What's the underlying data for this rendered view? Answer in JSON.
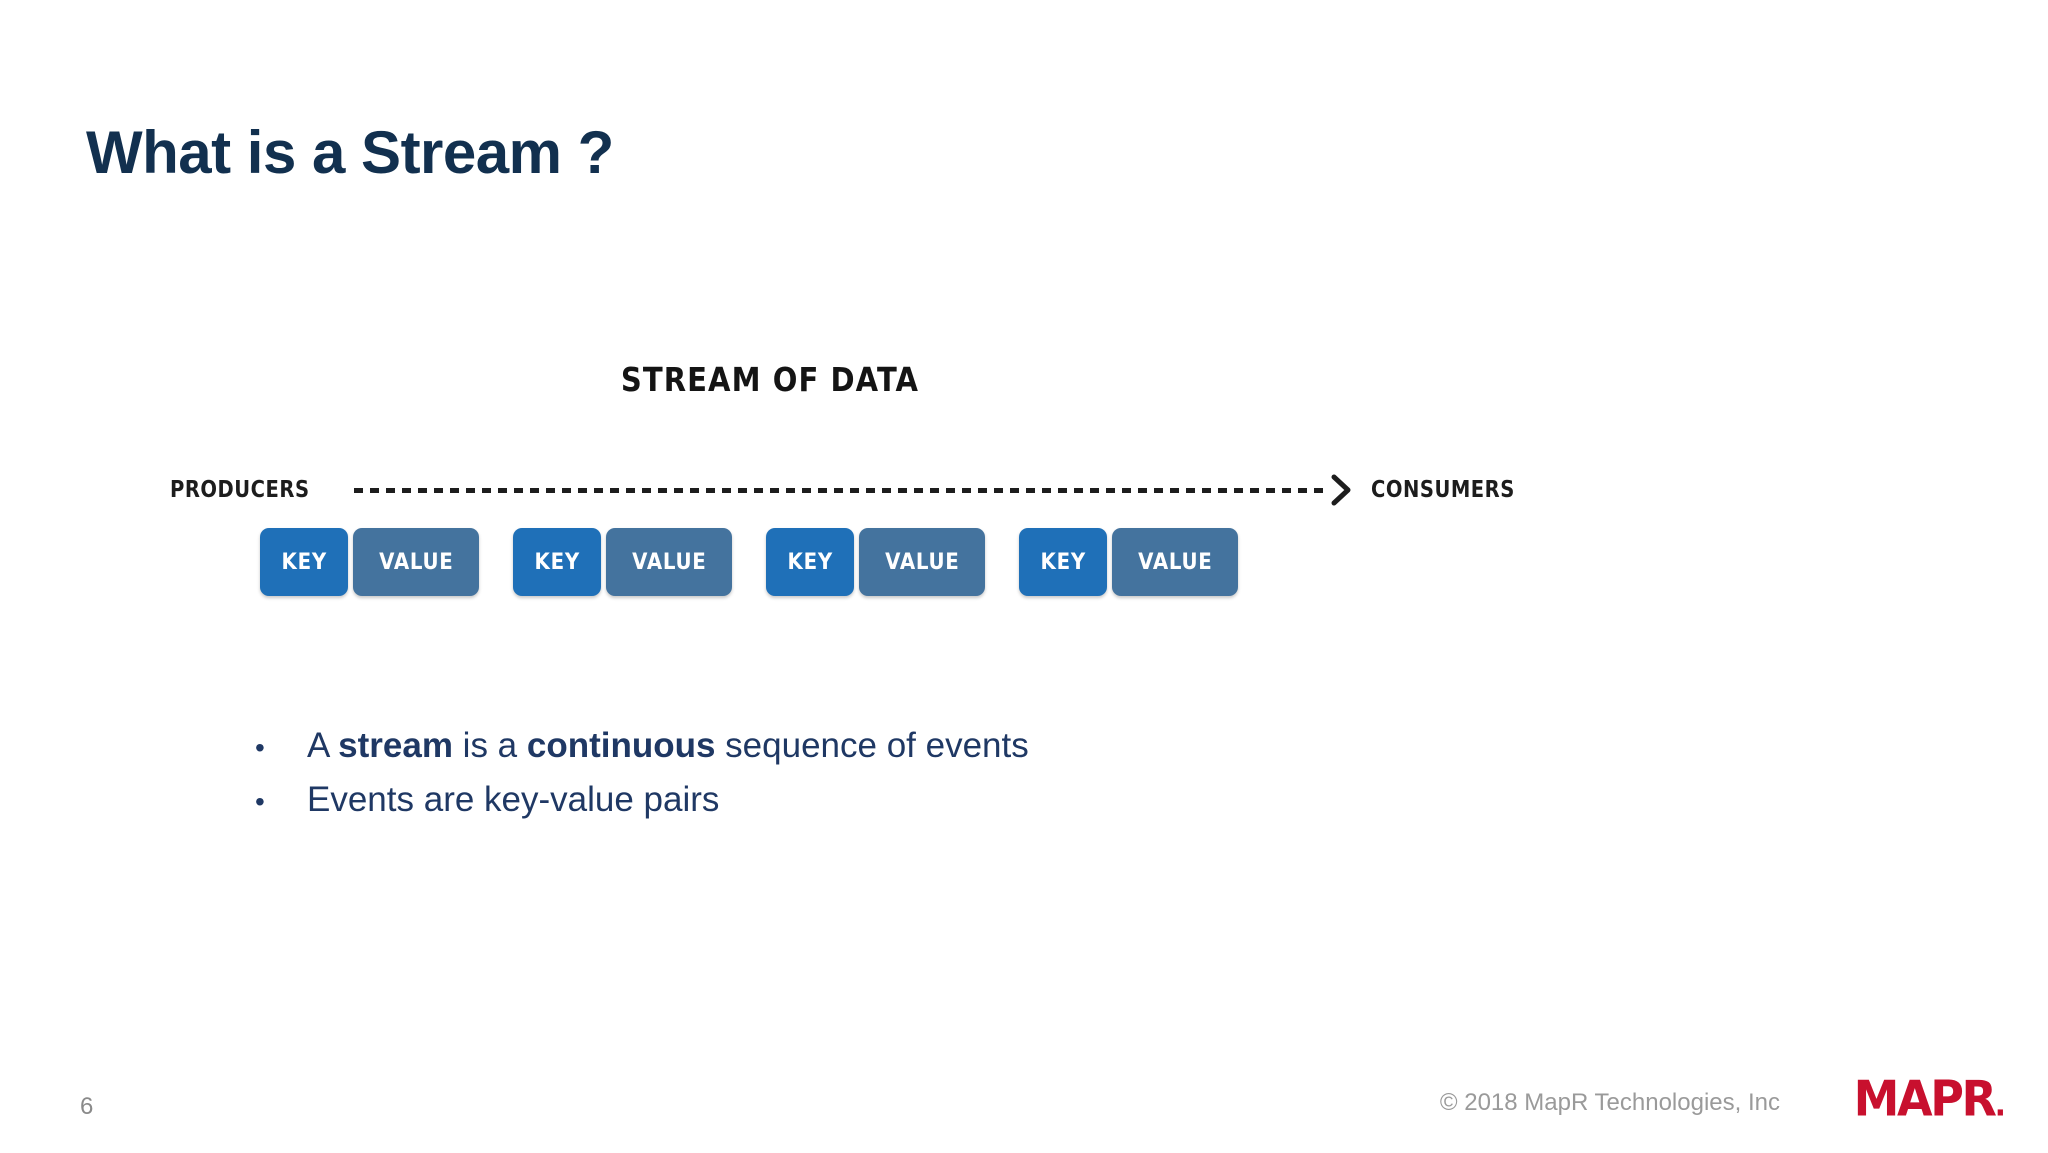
{
  "slide": {
    "title": "What is a Stream ?",
    "page_number": "6",
    "background_color": "#ffffff",
    "title_color": "#12304f"
  },
  "diagram": {
    "heading": "STREAM OF DATA",
    "producers_label": "PRODUCERS",
    "consumers_label": "CONSUMERS",
    "arrow_icon": "dashed-arrow-right-icon",
    "key_label": "KEY",
    "value_label": "VALUE",
    "key_color": "#1f70b8",
    "value_color": "#44739e",
    "line_color": "#1d1d1d",
    "pairs": [
      {
        "key": "KEY",
        "value": "VALUE"
      },
      {
        "key": "KEY",
        "value": "VALUE"
      },
      {
        "key": "KEY",
        "value": "VALUE"
      },
      {
        "key": "KEY",
        "value": "VALUE"
      }
    ]
  },
  "bullets": {
    "marker": "•",
    "items": [
      {
        "parts": [
          {
            "text": "A ",
            "bold": false
          },
          {
            "text": "stream",
            "bold": true
          },
          {
            "text": " is a ",
            "bold": false
          },
          {
            "text": "continuous",
            "bold": true
          },
          {
            "text": " sequence of events",
            "bold": false
          }
        ]
      },
      {
        "parts": [
          {
            "text": "Events are key-value pairs",
            "bold": false
          }
        ]
      }
    ]
  },
  "footer": {
    "copyright": "© 2018 MapR Technologies, Inc",
    "logo_text": "MAPR",
    "logo_dot": ".",
    "logo_color": "#c8102e"
  }
}
